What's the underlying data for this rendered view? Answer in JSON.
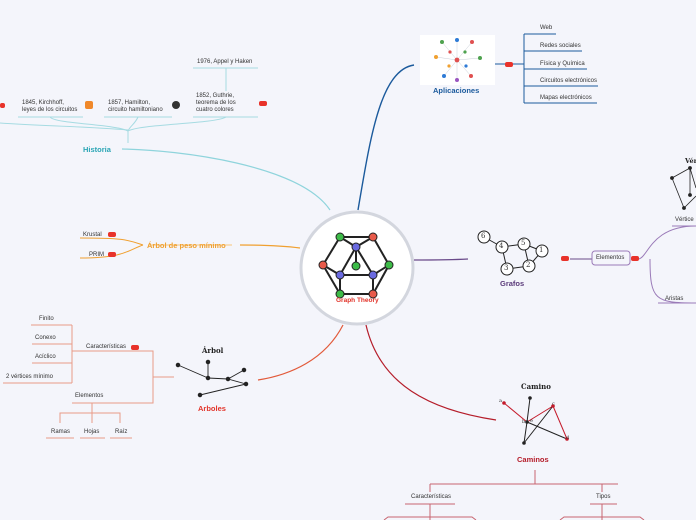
{
  "center": {
    "label": "Graph Theory"
  },
  "historia": {
    "title": "Historia",
    "items": [
      "1976, Appel y Haken",
      "1845, Kirchhoff,",
      "leyes de los circuitos",
      "1857, Hamilton,",
      "circuito hamiltoniano",
      "1852, Guthrie,",
      "teorema de los",
      "cuatro colores"
    ]
  },
  "aplicaciones": {
    "title": "Aplicaciones",
    "items": [
      "Web",
      "Redes sociales",
      "Física y Química",
      "Circuitos electrónicos",
      "Mapas electrónicos"
    ]
  },
  "arbol_peso": {
    "title": "Árbol de peso mínimo",
    "items": [
      "Krustal",
      "PRIM"
    ]
  },
  "grafos": {
    "title": "Grafos",
    "elementos": "Elementos",
    "vertices": "Vértice",
    "aristas": "Aristas",
    "vert_caption": "Vért",
    "node_labels": [
      "6",
      "4",
      "5",
      "1",
      "2",
      "3"
    ]
  },
  "arboles": {
    "title": "Arboles",
    "caption": "Árbol",
    "caracteristicas": "Características",
    "car_items": [
      "Finito",
      "Conexo",
      "Acíclico",
      "2 vértices mínimo"
    ],
    "elementos": "Elementos",
    "el_items": [
      "Ramas",
      "Hojas",
      "Raíz"
    ]
  },
  "caminos": {
    "title": "Caminos",
    "caption": "Camino",
    "caracteristicas": "Características",
    "tipos": "Tipos",
    "letters": [
      "a",
      "b",
      "c",
      "d",
      "e"
    ]
  },
  "colors": {
    "historia": "#2aa5b5",
    "aplicaciones": "#1b5a9c",
    "arbol_peso": "#f0a030",
    "grafos": "#5a3a7a",
    "arboles": "#e25a3a",
    "caminos": "#b51d2a",
    "flag": "#e8322a"
  }
}
